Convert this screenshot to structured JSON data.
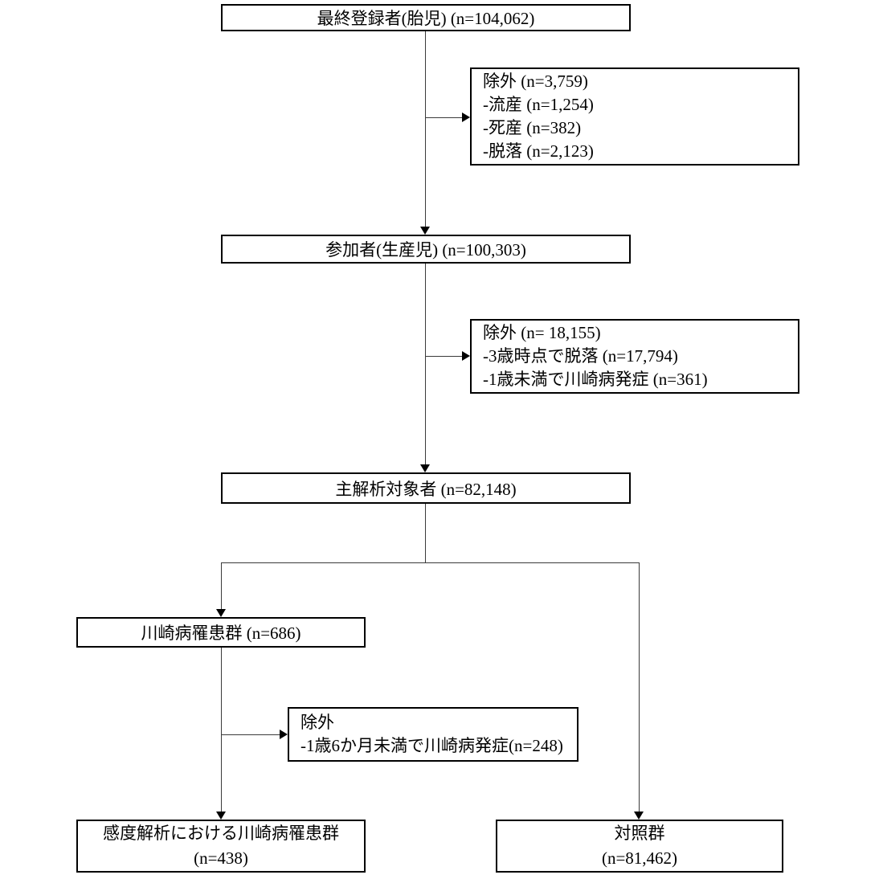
{
  "diagram": {
    "type": "study-flowchart",
    "colors": {
      "box_border": "#000000",
      "connector": "#3a3a3a",
      "background": "#ffffff",
      "text": "#000000"
    },
    "nodes": {
      "final_enrollment": {
        "label": "最終登録者(胎児) (n=104,062)"
      },
      "exclusion_1": {
        "lines": [
          "除外 (n=3,759)",
          "-流産 (n=1,254)",
          "-死産 (n=382)",
          "-脱落 (n=2,123)"
        ]
      },
      "participants": {
        "label": "参加者(生産児) (n=100,303)"
      },
      "exclusion_2": {
        "lines": [
          "除外 (n= 18,155)",
          "-3歳時点で脱落 (n=17,794)",
          "-1歳未満で川崎病発症 (n=361)"
        ]
      },
      "main_analysis": {
        "label": "主解析対象者 (n=82,148)"
      },
      "kawasaki_group": {
        "label": "川崎病罹患群 (n=686)"
      },
      "exclusion_3": {
        "lines": [
          "除外",
          "-1歳6か月未満で川崎病発症(n=248)"
        ]
      },
      "sensitivity_group": {
        "lines": [
          "感度解析における川崎病罹患群",
          "(n=438)"
        ]
      },
      "control_group": {
        "lines": [
          "対照群",
          "(n=81,462)"
        ]
      }
    }
  }
}
